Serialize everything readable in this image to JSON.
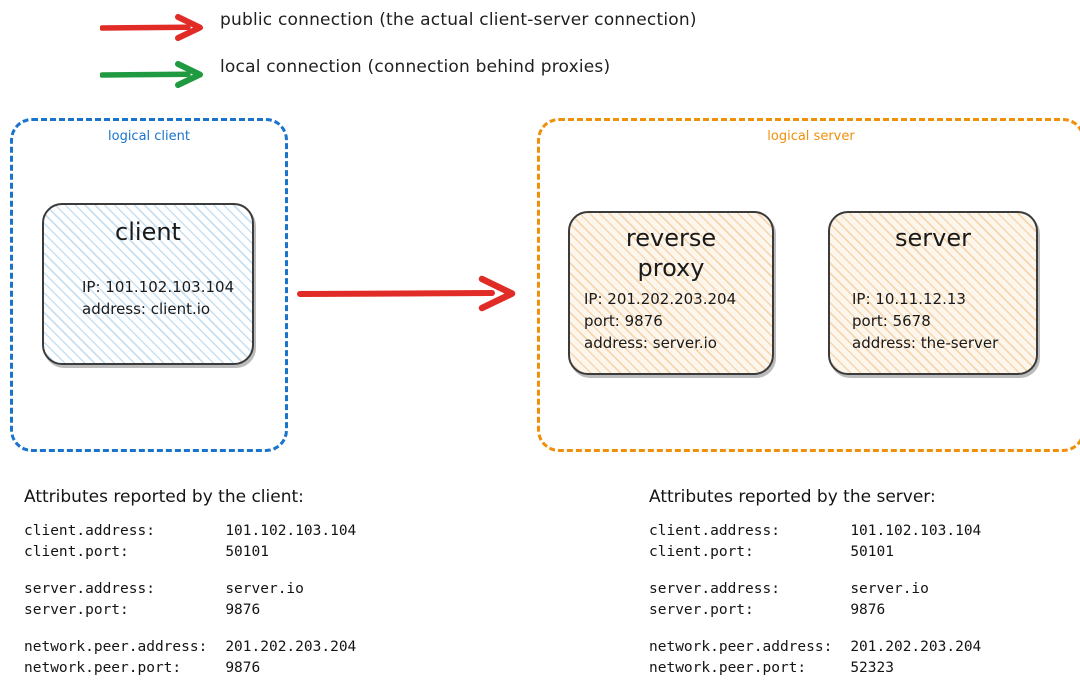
{
  "legend": {
    "items": [
      {
        "icon": "red-arrow-icon",
        "color": "#e02b27",
        "label": "public connection (the actual client-server connection)"
      },
      {
        "icon": "green-arrow-icon",
        "color": "#1f9a41",
        "label": "local connection (connection behind proxies)"
      }
    ]
  },
  "zones": {
    "client": {
      "label": "logical client",
      "color": "#1a73cc",
      "node": {
        "title": "client",
        "attrs": [
          "IP: 101.102.103.104",
          "address: client.io"
        ]
      }
    },
    "server": {
      "label": "logical server",
      "color": "#f0900a",
      "nodes": [
        {
          "title": "reverse\nproxy",
          "attrs": [
            "IP: 201.202.203.204",
            "port: 9876",
            "address: server.io"
          ]
        },
        {
          "title": "server",
          "attrs": [
            "IP: 10.11.12.13",
            "port: 5678",
            "address: the-server"
          ]
        }
      ]
    }
  },
  "main_arrow": {
    "icon": "red-arrow-icon",
    "color": "#e02b27",
    "from": "client",
    "to": "logical server"
  },
  "reports": [
    {
      "title": "Attributes reported by the client:",
      "groups": [
        [
          {
            "key": "client.address:",
            "value": "101.102.103.104"
          },
          {
            "key": "client.port:",
            "value": "50101"
          }
        ],
        [
          {
            "key": "server.address:",
            "value": "server.io"
          },
          {
            "key": "server.port:",
            "value": "9876"
          }
        ],
        [
          {
            "key": "network.peer.address:",
            "value": "201.202.203.204"
          },
          {
            "key": "network.peer.port:",
            "value": "9876"
          }
        ]
      ]
    },
    {
      "title": "Attributes reported by the server:",
      "groups": [
        [
          {
            "key": "client.address:",
            "value": "101.102.103.104"
          },
          {
            "key": "client.port:",
            "value": "50101"
          }
        ],
        [
          {
            "key": "server.address:",
            "value": "server.io"
          },
          {
            "key": "server.port:",
            "value": "9876"
          }
        ],
        [
          {
            "key": "network.peer.address:",
            "value": "201.202.203.204"
          },
          {
            "key": "network.peer.port:",
            "value": "52323"
          }
        ]
      ]
    }
  ]
}
